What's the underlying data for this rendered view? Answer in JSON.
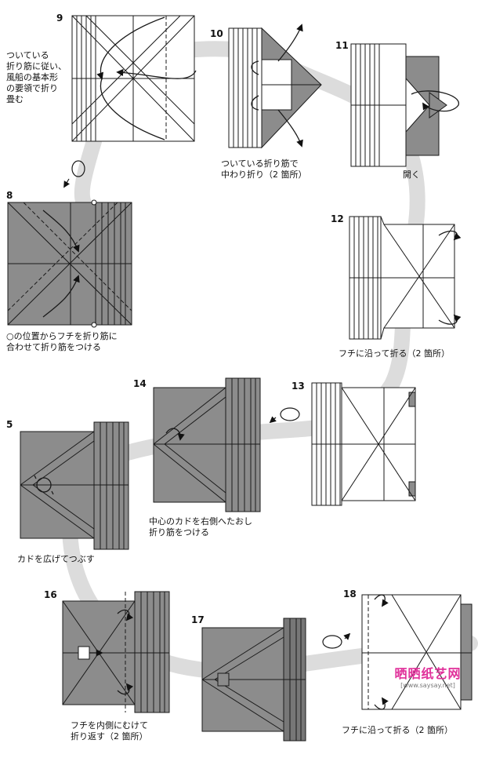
{
  "steps": [
    {
      "num": "9",
      "caption": "ついている\n折り筋に従い、\n風船の基本形\nの要領で折り\n畳む"
    },
    {
      "num": "10",
      "caption": "ついている折り筋で\n中わり折り（2 箇所）"
    },
    {
      "num": "11",
      "caption": "開く"
    },
    {
      "num": "8",
      "caption": "○の位置からフチを折り筋に\n合わせて折り筋をつける"
    },
    {
      "num": "12",
      "caption": "フチに沿って折る（2 箇所）"
    },
    {
      "num": "13",
      "caption": ""
    },
    {
      "num": "14",
      "caption": "中心のカドを右側へたおし\n折り筋をつける"
    },
    {
      "num": "5",
      "caption": "カドを広げてつぶす"
    },
    {
      "num": "16",
      "caption": "フチを内側にむけて\n折り返す（2 箇所）"
    },
    {
      "num": "17",
      "caption": ""
    },
    {
      "num": "18",
      "caption": "フチに沿って折る（2 箇所）"
    }
  ],
  "watermark": {
    "title": "晒晒纸艺网",
    "url": "[www.saysay.net]"
  },
  "colors": {
    "paper_white": "#ffffff",
    "paper_gray": "#8c8c8c",
    "path": "#dcdcdc",
    "line": "#1a1a1a"
  }
}
